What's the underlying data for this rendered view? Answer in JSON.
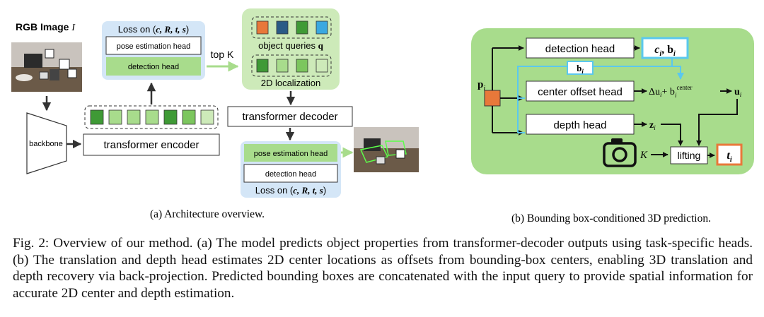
{
  "panel_a": {
    "rgb_label": "RGB Image",
    "rgb_symbol": "I",
    "backbone": "backbone",
    "encoder": "transformer encoder",
    "loss_top": "Loss on (",
    "loss_bottom": "Loss on (",
    "loss_vars": "c, R, t, s",
    "loss_close": ")",
    "pose_head": "pose estimation head",
    "detection_head": "detection head",
    "top_k": "top K",
    "object_queries": "object queries",
    "q_symbol": "q",
    "localization": "2D localization",
    "decoder": "transformer decoder",
    "subcaption": "(a) Architecture overview."
  },
  "panel_b": {
    "p_label": "p",
    "p_sub": "i",
    "detection_head": "detection head",
    "det_out_c": "c",
    "det_out_b": "b",
    "det_out_sub": "i",
    "b_feed": "b",
    "b_feed_sub": "i",
    "center_head": "center offset head",
    "center_out": "Δu",
    "center_out_plus": "+ b",
    "center_out_sup": "center",
    "center_out_sub": "i",
    "u_label": "u",
    "u_sub": "i",
    "depth_head": "depth head",
    "z_label": "z",
    "z_sub": "i",
    "k_label": "K",
    "lifting": "lifting",
    "t_label": "t",
    "t_sub": "i",
    "subcaption": "(b) Bounding box-conditioned 3D prediction."
  },
  "caption": "Fig. 2: Overview of our method. (a) The model predicts object properties from transformer-decoder outputs using task-specific heads. (b) The translation and depth head estimates 2D center locations as offsets from bounding-box centers, enabling 3D translation and depth recovery via back-projection. Predicted bounding boxes are concatenated with the input query to provide spatial information for accurate 2D center and depth estimation.",
  "colors": {
    "green_panel": "#a8dc8c",
    "light_green": "#cdeab9",
    "mid_green": "#7cc65e",
    "dark_green": "#3f9a36",
    "blue_box": "#d4e6f7",
    "cyan": "#5bc8ee",
    "orange": "#e8783a",
    "navy": "#2a5a86",
    "sky": "#3aa8e0"
  }
}
